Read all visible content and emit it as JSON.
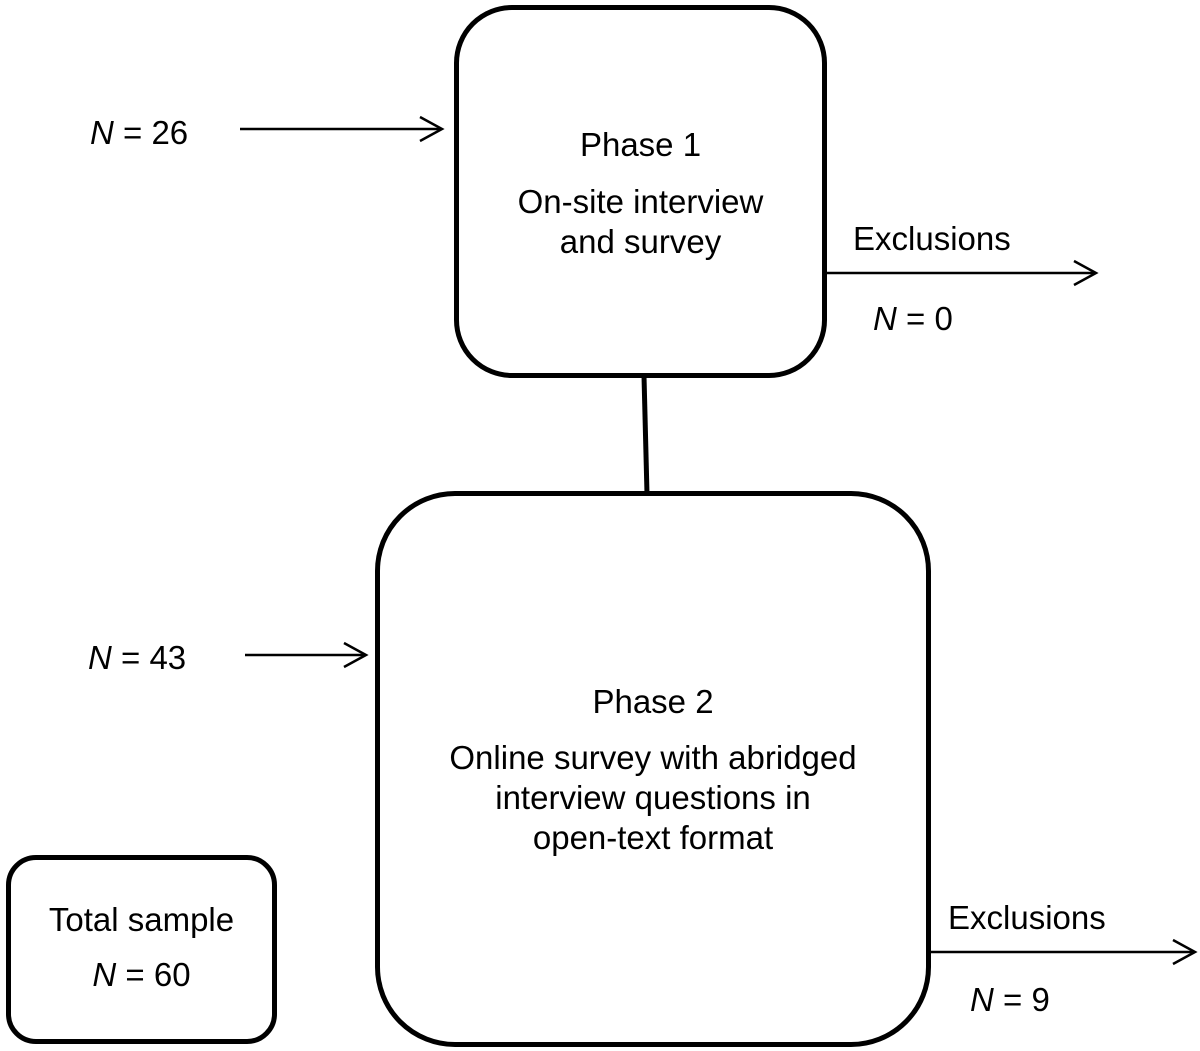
{
  "phase1": {
    "title": "Phase 1",
    "description_lines": [
      "On-site interview",
      "and survey"
    ],
    "input": {
      "symbol": "N",
      "equals": "= 26"
    },
    "exclusions": {
      "label": "Exclusions",
      "symbol": "N",
      "equals": "= 0"
    }
  },
  "phase2": {
    "title": "Phase 2",
    "description_lines": [
      "Online survey with abridged",
      "interview questions in",
      "open-text format"
    ],
    "input": {
      "symbol": "N",
      "equals": "= 43"
    },
    "exclusions": {
      "label": "Exclusions",
      "symbol": "N",
      "equals": "= 9"
    }
  },
  "total": {
    "label": "Total sample",
    "symbol": "N",
    "equals": "= 60"
  }
}
